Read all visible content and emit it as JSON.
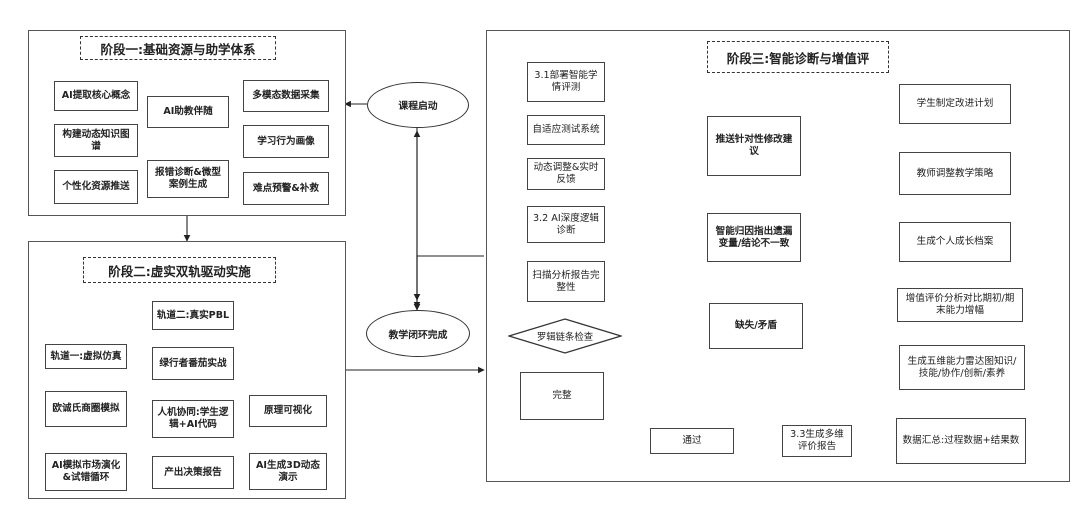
{
  "stage1": {
    "title": "阶段一:基础资源与助学体系",
    "col1": [
      "AI提取核心概念",
      "构建动态知识图谱",
      "个性化资源推送"
    ],
    "col2": [
      "AI助教伴随",
      "报错诊断&微型案例生成"
    ],
    "col3": [
      "多模态数据采集",
      "学习行为画像",
      "难点预警&补救"
    ]
  },
  "stage2": {
    "title": "阶段二:虚实双轨驱动实施",
    "track1": [
      "轨道一:虚拟仿真",
      "欧诚氏商圈模拟",
      "AI模拟市场演化&试错循环"
    ],
    "track2": [
      "轨道二:真实PBL",
      "绿行者番茄实战",
      "人机协同:学生逻辑+AI代码",
      "产出决策报告"
    ],
    "viz": [
      "原理可视化",
      "AI生成3D动态演示"
    ]
  },
  "center": {
    "start": "课程启动",
    "end": "教学闭环完成"
  },
  "stage3": {
    "title": "阶段三:智能诊断与增值评",
    "left": [
      "3.1部署智能学情评测",
      "自适应测试系统",
      "动态调整&实时反馈",
      "3.2 AI深度逻辑诊断",
      "扫描分析报告完整性"
    ],
    "diamond": "罗辑链条检查",
    "complete": "完整",
    "pass": "通过",
    "report": "3.3生成多维评价报告",
    "middle": [
      "推送针对性修改建议",
      "智能归因指出遗漏变量/结论不一致",
      "缺失/矛盾"
    ],
    "right": [
      "学生制定改进计划",
      "教师调整教学策略",
      "生成个人成长档案",
      "增值评价分析对比期初/期末能力增幅",
      "生成五维能力雷达图知识/技能/协作/创新/素养",
      "数据汇总:过程数据+结果数"
    ]
  }
}
